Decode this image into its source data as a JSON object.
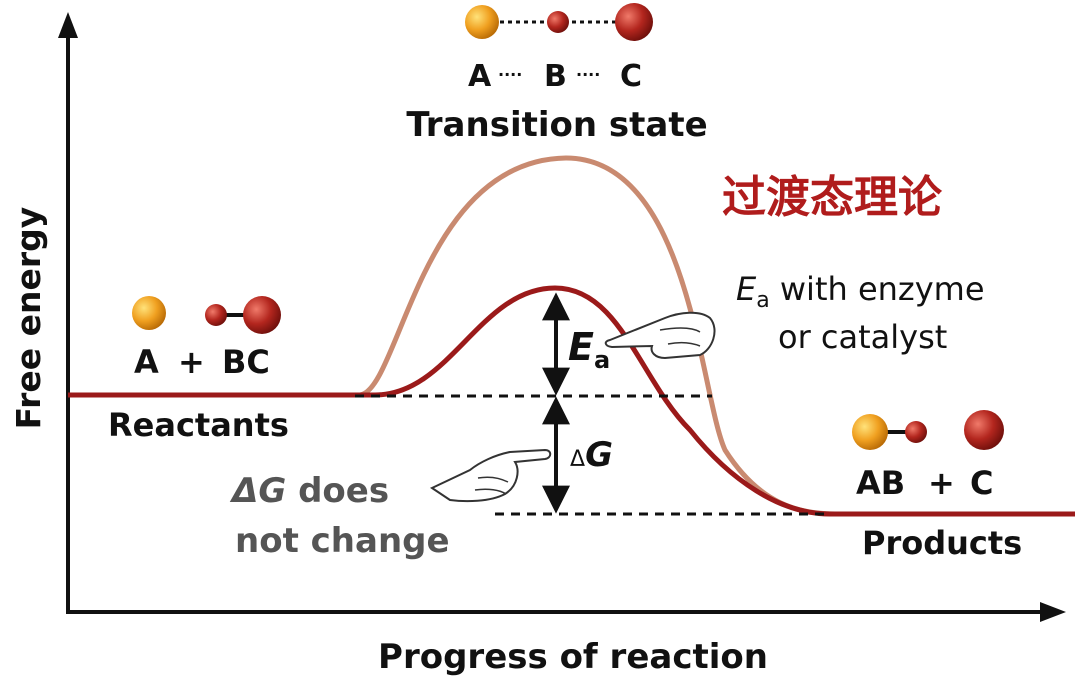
{
  "axes": {
    "y_label": "Free energy",
    "x_label": "Progress of reaction"
  },
  "transition_state": {
    "molecule_atoms": [
      "A",
      "B",
      "C"
    ],
    "separator": "····",
    "label": "Transition state"
  },
  "title_cn": "过渡态理论",
  "reactants": {
    "formula_a": "A",
    "plus": "+",
    "formula_bc": "BC",
    "label": "Reactants"
  },
  "products": {
    "formula_ab": "AB",
    "plus": "+",
    "formula_c": "C",
    "label": "Products"
  },
  "ea_label": {
    "symbol": "E",
    "subscript": "a"
  },
  "ea_note": {
    "symbol": "E",
    "subscript": "a",
    "line1_rest": " with enzyme",
    "line2": "or catalyst"
  },
  "dg_label": {
    "delta": "Δ",
    "symbol": "G"
  },
  "dg_note": {
    "delta": "Δ",
    "symbol": "G",
    "line1_rest": " does",
    "line2": "not change"
  },
  "colors": {
    "uncatalyzed_curve": "#c98a70",
    "catalyzed_curve": "#9b1a1a",
    "atom_orange": "#f0a020",
    "atom_red": "#b3261e",
    "title_red": "#b01c1c",
    "note_gray": "#555555"
  }
}
